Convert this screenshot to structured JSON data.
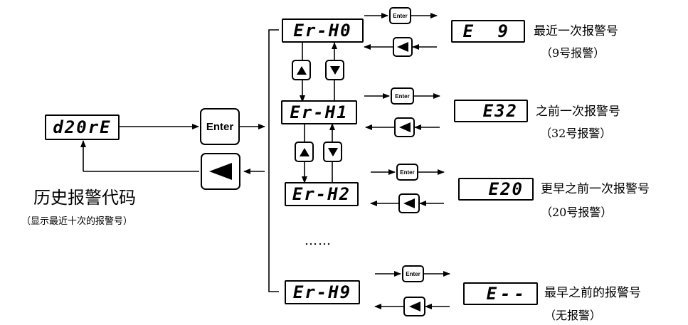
{
  "main_display": {
    "code": "d20rE"
  },
  "enter_label": "Enter",
  "left": {
    "title": "历史报警代码",
    "note": "（显示最近十次的报警号）"
  },
  "ellipsis": "……",
  "rows": [
    {
      "code": "Er-H0",
      "value": "E 9",
      "desc": "最近一次报警号",
      "sub": "（9号报警）"
    },
    {
      "code": "Er-H1",
      "value": "E32",
      "desc": "之前一次报警号",
      "sub": "（32号报警）"
    },
    {
      "code": "Er-H2",
      "value": "E20",
      "desc": "更早之前一次报警号",
      "sub": "（20号报警）"
    },
    {
      "code": "Er-H9",
      "value": "E--",
      "desc": "最早之前的报警号",
      "sub": "（无报警）"
    }
  ]
}
